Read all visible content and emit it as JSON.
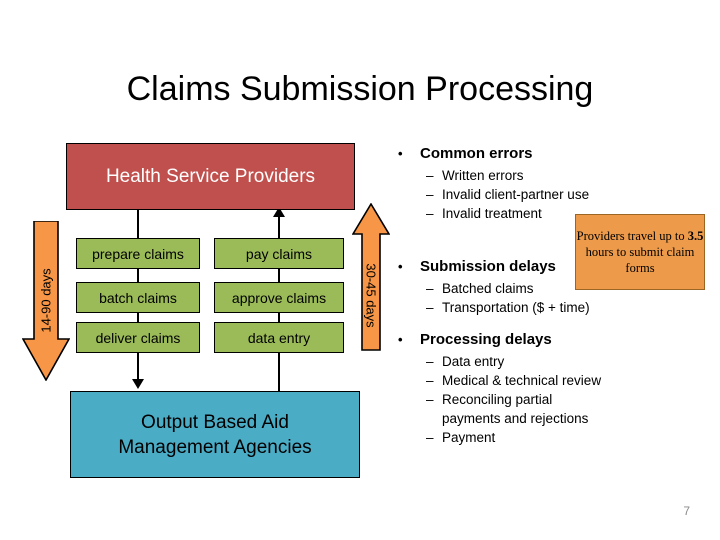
{
  "slide": {
    "title": "Claims Submission Processing",
    "page_number": "7"
  },
  "colors": {
    "red": "#C0504D",
    "green": "#9BBB59",
    "blue": "#4BACC6",
    "orange": "#F79646",
    "callout_orange": "#ED9B4B",
    "text_dark": "#000000",
    "text_light": "#FFFFFF",
    "page_number_gray": "#8A8A8A"
  },
  "diagram": {
    "top_node": {
      "label": "Health Service Providers"
    },
    "bottom_node": {
      "line1": "Output Based Aid",
      "line2": "Management Agencies"
    },
    "left_column": [
      {
        "label": "prepare claims"
      },
      {
        "label": "batch claims"
      },
      {
        "label": "deliver claims"
      }
    ],
    "right_column": [
      {
        "label": "pay claims"
      },
      {
        "label": "approve claims"
      },
      {
        "label": "data entry"
      }
    ],
    "timing_arrows": [
      {
        "label": "14-90 days",
        "direction": "down"
      },
      {
        "label": "30-45 days",
        "direction": "up"
      }
    ]
  },
  "callout": {
    "text_before": "Providers travel up to ",
    "highlight": "3.5",
    "text_after": " hours to submit claim forms"
  },
  "bullets": [
    {
      "heading": "Common errors",
      "items": [
        "Written errors",
        "Invalid client-partner use",
        "Invalid treatment"
      ]
    },
    {
      "heading": "Submission delays",
      "items": [
        "Batched claims",
        "Transportation ($ + time)"
      ]
    },
    {
      "heading": "Processing delays",
      "items": [
        "Data entry",
        "Medical & technical review",
        "Reconciling partial",
        "Payment"
      ],
      "continuation": "payments and rejections"
    }
  ],
  "glyphs": {
    "bullet_dot": "•",
    "sub_dash": "–"
  }
}
